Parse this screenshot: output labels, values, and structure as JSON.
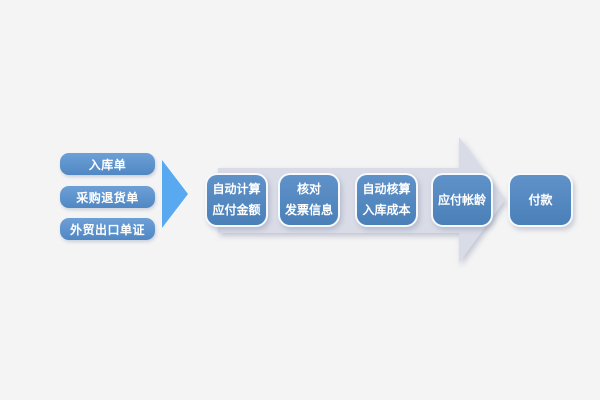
{
  "diagram": {
    "source_documents": [
      {
        "label": "入库单"
      },
      {
        "label": "采购退货单"
      },
      {
        "label": "外贸出口单证"
      }
    ],
    "process_steps": [
      {
        "line1": "自动计算",
        "line2": "应付金额"
      },
      {
        "line1": "核对",
        "line2": "发票信息"
      },
      {
        "line1": "自动核算",
        "line2": "入库成本"
      },
      {
        "line1": "应付帐龄"
      },
      {
        "line1": "付款"
      }
    ],
    "icons": {
      "small_arrow": "right-triangle-arrow-icon",
      "big_arrow": "right-block-arrow-shape"
    },
    "colors": {
      "background": "#f4f4f5",
      "step_box_blue": "#4e86c2",
      "source_box_blue": "#5590d0",
      "arrow_band_gray": "#d9dce6",
      "small_arrow_blue": "#58a9ef",
      "text_white": "#ffffff"
    }
  }
}
